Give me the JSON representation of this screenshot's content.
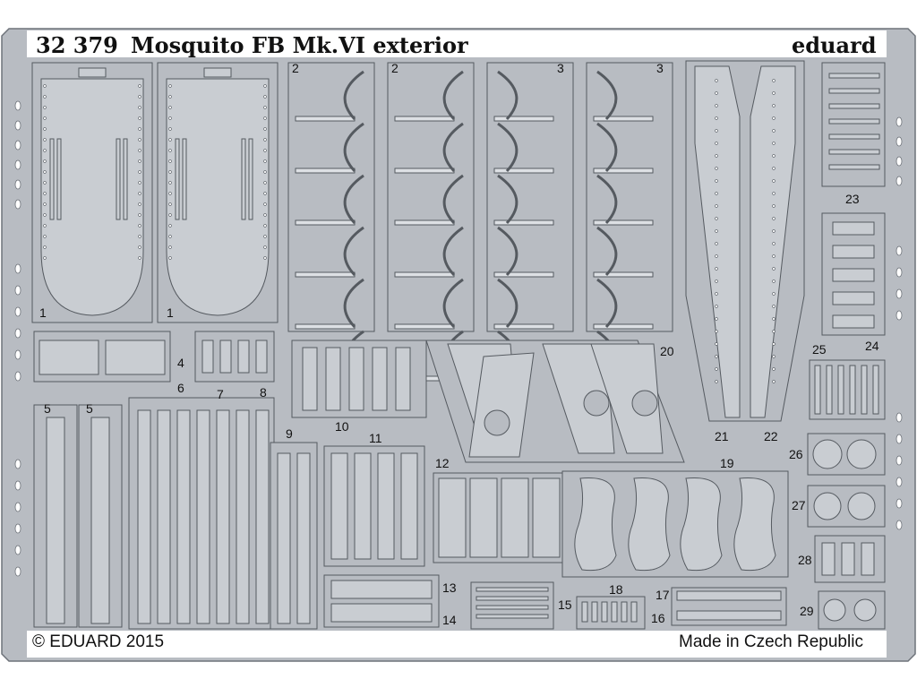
{
  "sheet": {
    "code": "32 379",
    "title": "Mosquito FB Mk.VI exterior",
    "brand": "eduard",
    "copyright": "© EDUARD 2015",
    "origin": "Made in Czech Republic"
  },
  "colors": {
    "fret": "#b8bcc2",
    "fret_edge": "#6e737a",
    "part": "#c9cdd2",
    "part_edge": "#555a60",
    "ink": "#111111"
  },
  "part_numbers": [
    "1",
    "1",
    "2",
    "2",
    "3",
    "3",
    "4",
    "5",
    "5",
    "6",
    "7",
    "8",
    "9",
    "10",
    "11",
    "12",
    "13",
    "14",
    "15",
    "16",
    "17",
    "18",
    "19",
    "20",
    "21",
    "22",
    "23",
    "24",
    "25",
    "26",
    "27",
    "28",
    "29"
  ]
}
